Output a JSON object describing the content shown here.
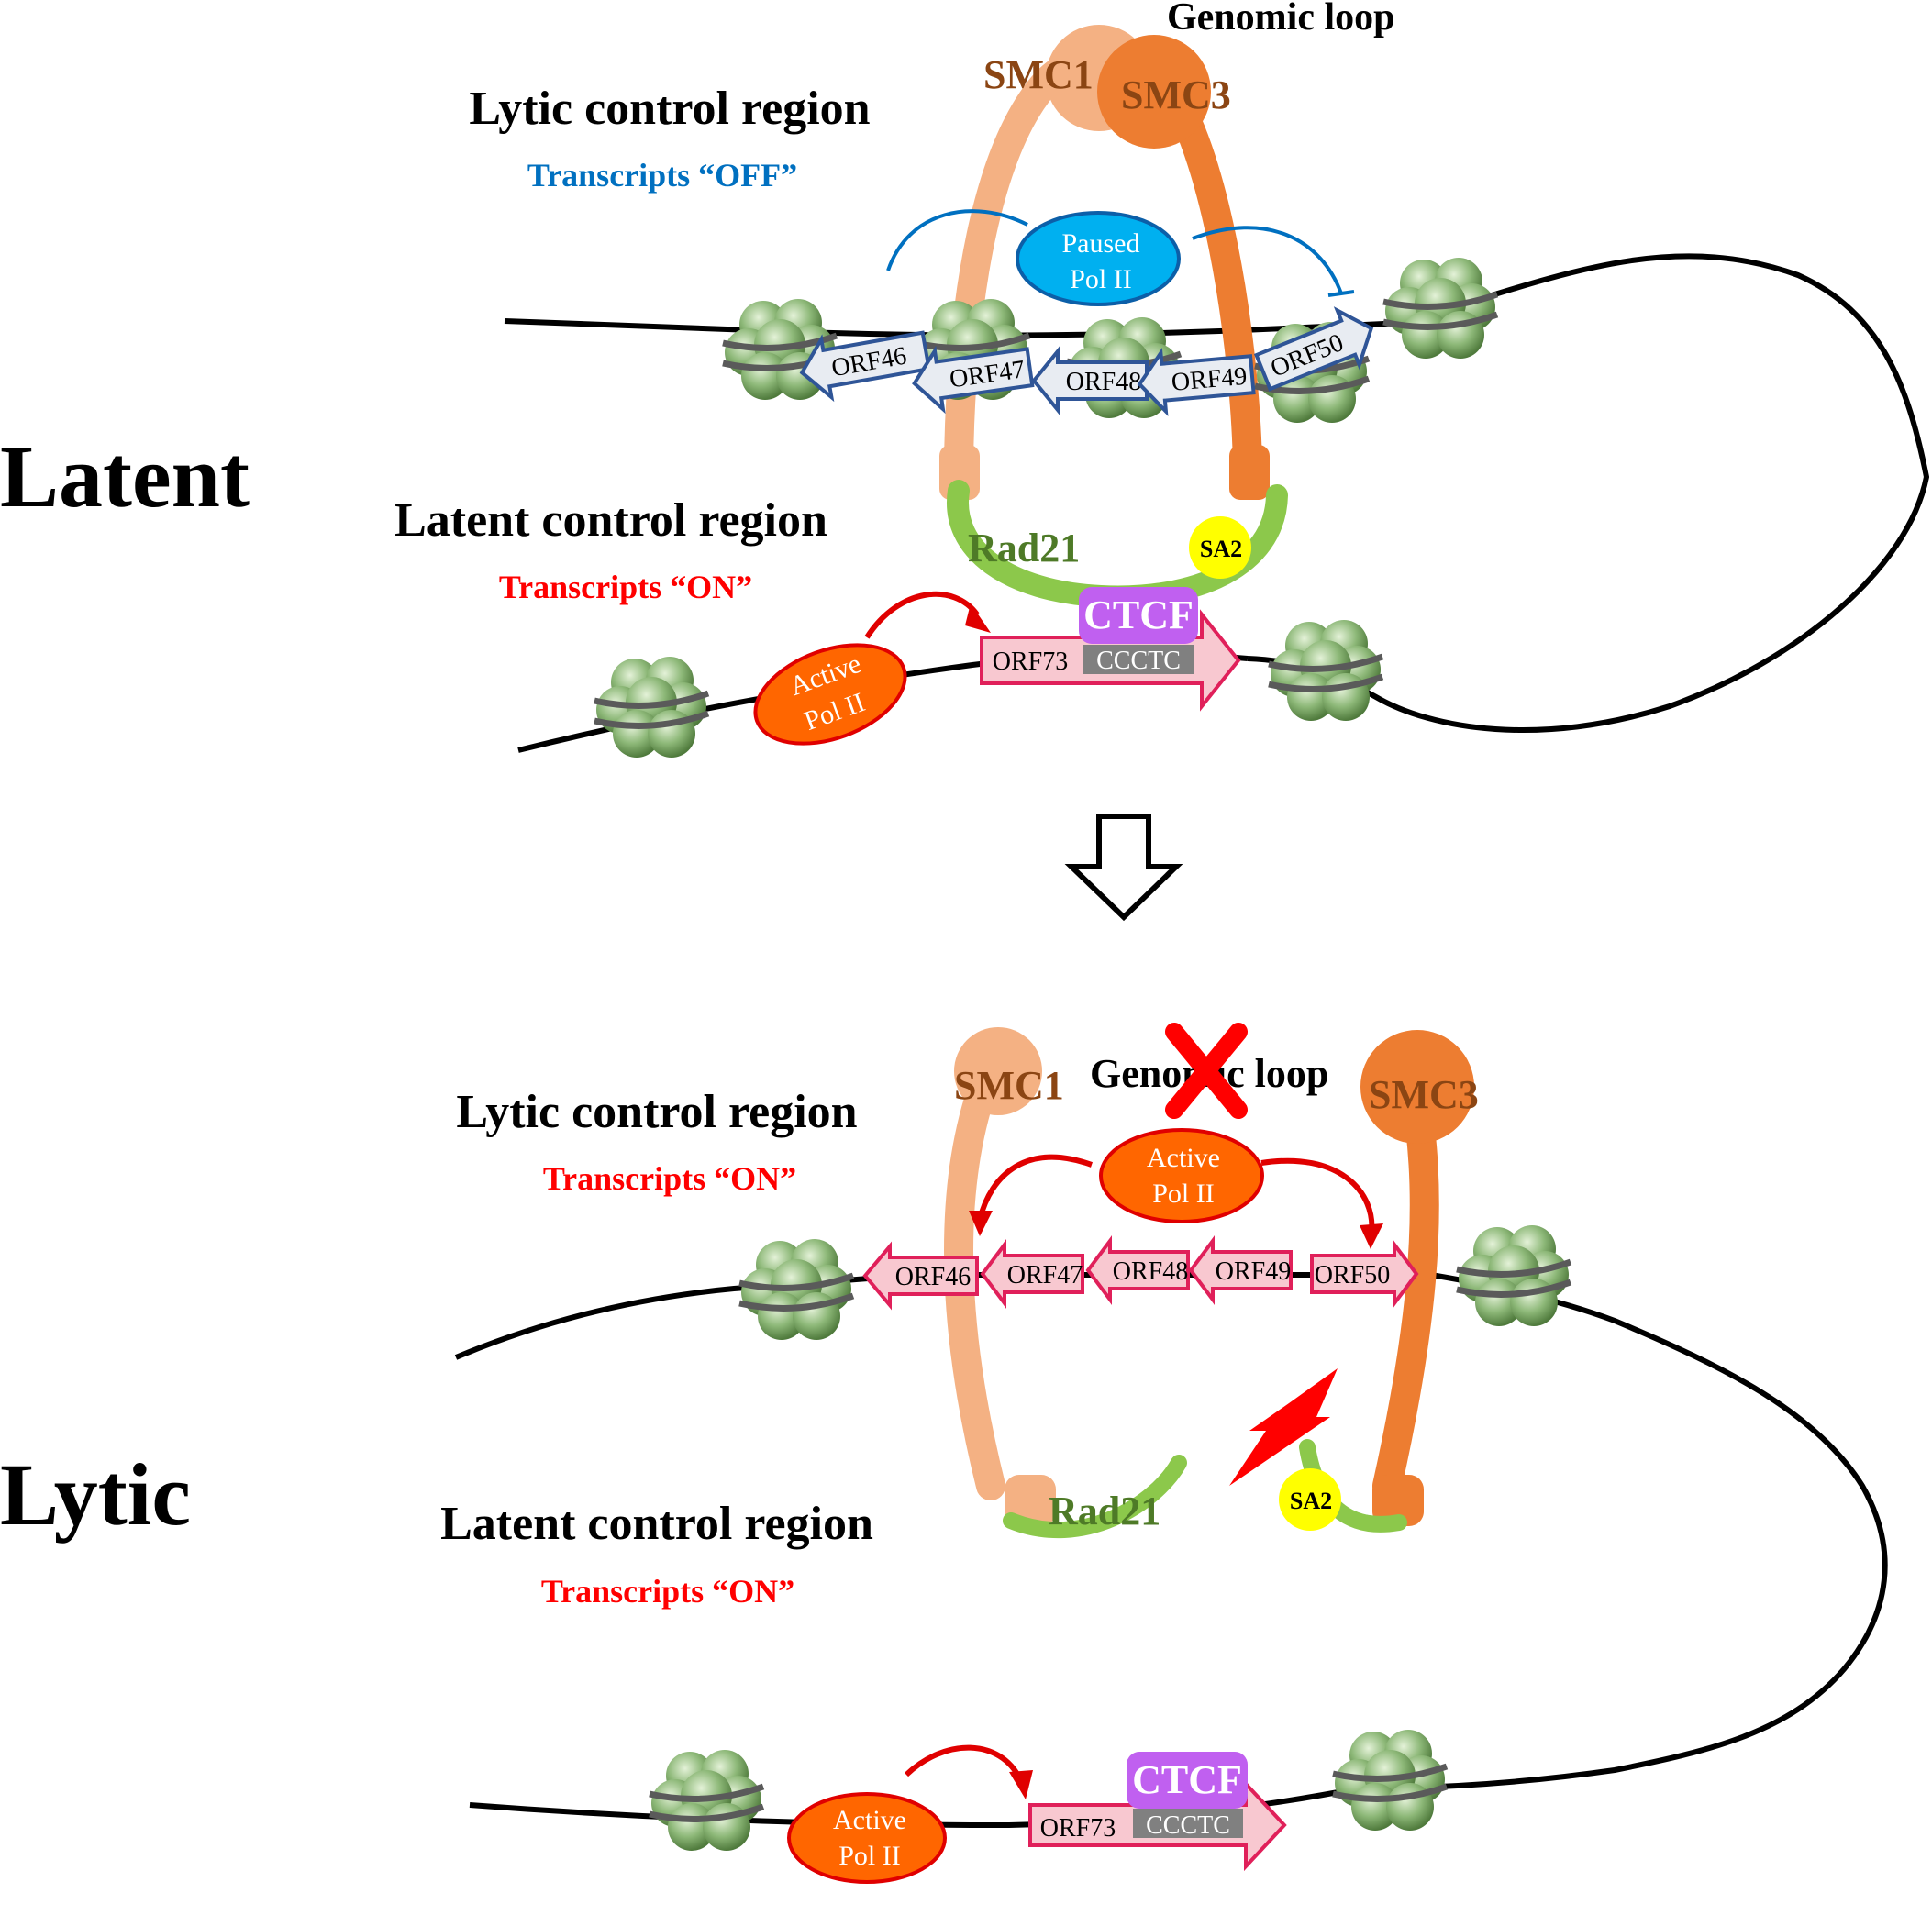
{
  "state_labels": {
    "latent": "Latent",
    "lytic": "Lytic"
  },
  "latent_panel": {
    "genomic_loop": "Genomic loop",
    "smc1": "SMC1",
    "smc3": "SMC3",
    "lytic_region_title": "Lytic control region",
    "lytic_region_status": "Transcripts “OFF”",
    "latent_region_title": "Latent control region",
    "latent_region_status": "Transcripts “ON”",
    "paused_pol_line1": "Paused",
    "paused_pol_line2": "Pol II",
    "active_pol_line1": "Active",
    "active_pol_line2": "Pol II",
    "orfs": [
      "ORF46",
      "ORF47",
      "ORF48",
      "ORF49",
      "ORF50"
    ],
    "orf73": "ORF73",
    "ctcf": "CTCF",
    "ctcf_site": "CCCTC",
    "rad21": "Rad21",
    "sa2": "SA2"
  },
  "lytic_panel": {
    "genomic_loop": "Genomic loop",
    "smc1": "SMC1",
    "smc3": "SMC3",
    "lytic_region_title": "Lytic control region",
    "lytic_region_status": "Transcripts “ON”",
    "latent_region_title": "Latent control region",
    "latent_region_status": "Transcripts “ON”",
    "active_pol_line1": "Active",
    "active_pol_line2": "Pol II",
    "active_pol2_line1": "Active",
    "active_pol2_line2": "Pol II",
    "orfs": [
      "ORF46",
      "ORF47",
      "ORF48",
      "ORF49",
      "ORF50"
    ],
    "orf73": "ORF73",
    "ctcf": "CTCF",
    "ctcf_site": "CCCTC",
    "rad21": "Rad21",
    "sa2": "SA2"
  },
  "colors": {
    "smc1": "#F4B183",
    "smc3": "#ED7D31",
    "smc_text": "#8B4513",
    "rad21": "#8CC84B",
    "rad21_text": "#4E7A27",
    "sa2": "#FFFF00",
    "ctcf": "#C060F0",
    "paused_pol": "#00B0F0",
    "active_pol": "#FF6600",
    "off_text": "#0070C0",
    "on_text": "#FF0000",
    "orf_off_fill": "#E8ECF2",
    "orf_off_stroke": "#2F5597",
    "orf_on_fill": "#F8C8D0",
    "orf_on_stroke": "#E0205A",
    "nucleosome": "#8DB878"
  },
  "icons": [
    "nucleosome-icon",
    "down-arrow-icon",
    "red-x-icon",
    "lightning-bolt-icon"
  ]
}
